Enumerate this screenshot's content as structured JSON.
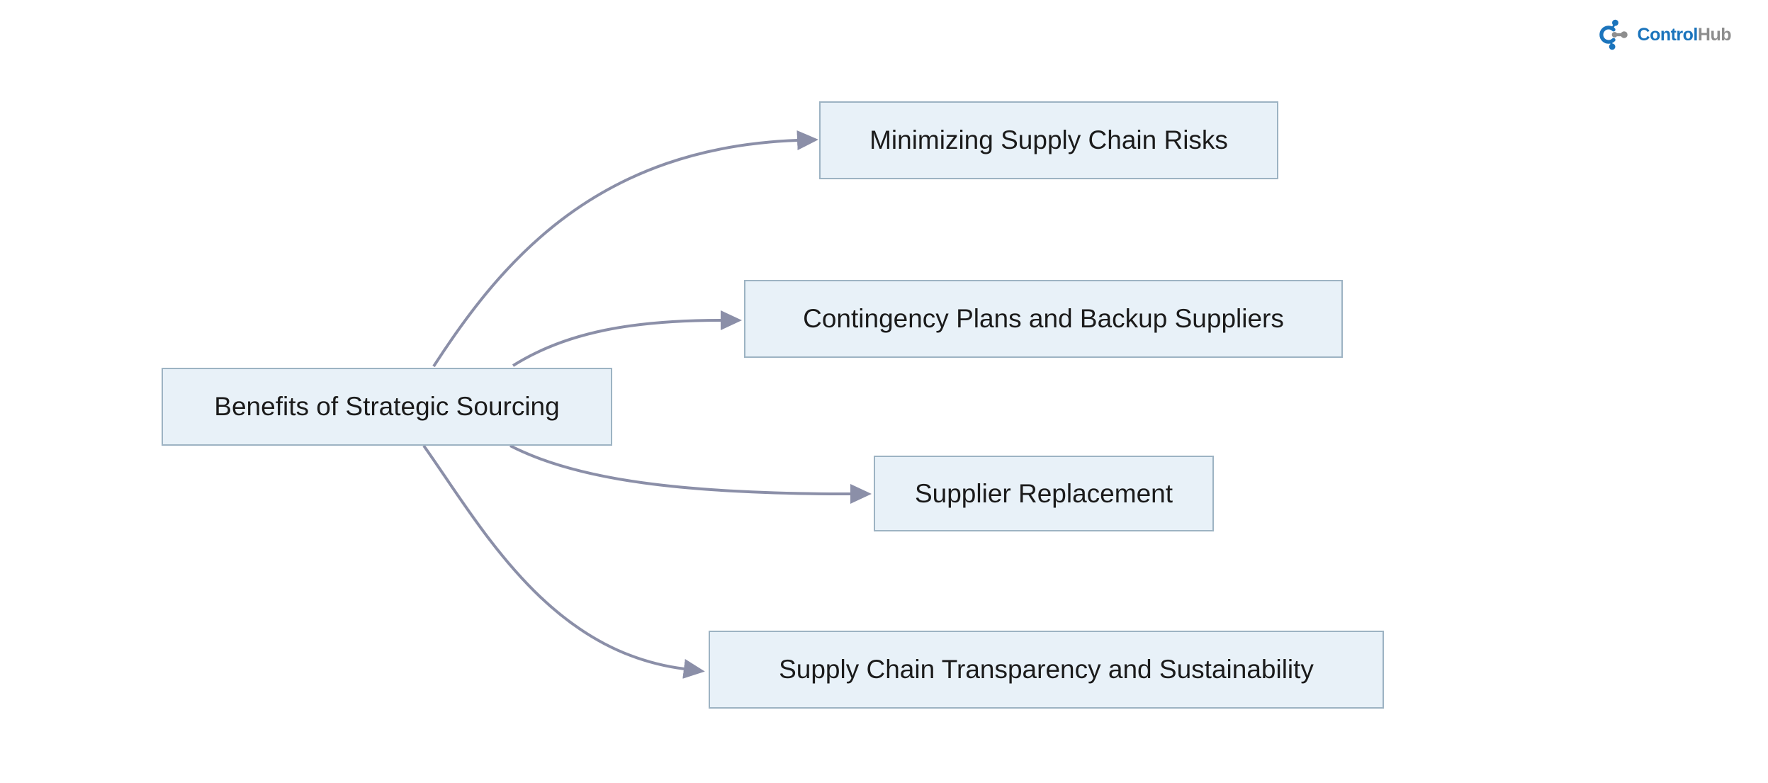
{
  "page": {
    "background_color": "#ffffff"
  },
  "logo": {
    "brand_primary": "Control",
    "brand_secondary": "Hub",
    "primary_color": "#1b74bc",
    "secondary_color": "#8d8d8d",
    "icon": "hub-network-icon"
  },
  "diagram": {
    "type": "flowchart",
    "direction": "left-to-right",
    "node_fill_color": "#e8f1f8",
    "node_border_color": "#9db3c3",
    "edge_color": "#8b8fa8",
    "text_color": "#1b1b1b",
    "root": {
      "id": "root",
      "label": "Benefits of Strategic Sourcing"
    },
    "children": [
      {
        "id": "risks",
        "label": "Minimizing Supply Chain Risks"
      },
      {
        "id": "contingency",
        "label": "Contingency Plans and Backup Suppliers"
      },
      {
        "id": "replacement",
        "label": "Supplier Replacement"
      },
      {
        "id": "transparency",
        "label": "Supply Chain Transparency and Sustainability"
      }
    ],
    "edges": [
      {
        "from": "root",
        "to": "risks"
      },
      {
        "from": "root",
        "to": "contingency"
      },
      {
        "from": "root",
        "to": "replacement"
      },
      {
        "from": "root",
        "to": "transparency"
      }
    ]
  }
}
